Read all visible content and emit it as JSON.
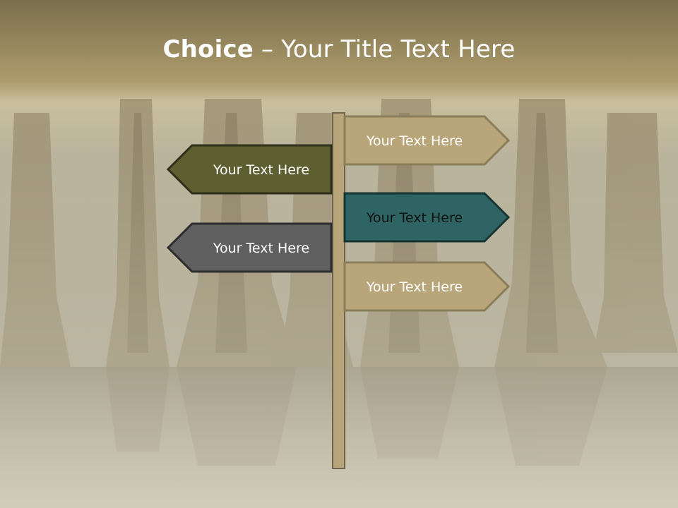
{
  "title": {
    "bold": "Choice",
    "separator": " – ",
    "rest": "Your Title Text Here"
  },
  "signs": [
    {
      "label": "Your Text Here",
      "direction": "right",
      "fill": "#b8a67a",
      "text_color": "#ffffff"
    },
    {
      "label": "Your Text Here",
      "direction": "left",
      "fill": "#5e5f30",
      "text_color": "#ffffff"
    },
    {
      "label": "Your Text Here",
      "direction": "right",
      "fill": "#2e6464",
      "text_color": "#111111"
    },
    {
      "label": "Your Text Here",
      "direction": "left",
      "fill": "#5f5f5f",
      "text_color": "#ffffff"
    },
    {
      "label": "Your Text Here",
      "direction": "right",
      "fill": "#b8a67a",
      "text_color": "#ffffff"
    }
  ],
  "colors": {
    "header_band": "#ad9c6c",
    "post": "#b8a67a",
    "outline": "#3a3a2a"
  }
}
